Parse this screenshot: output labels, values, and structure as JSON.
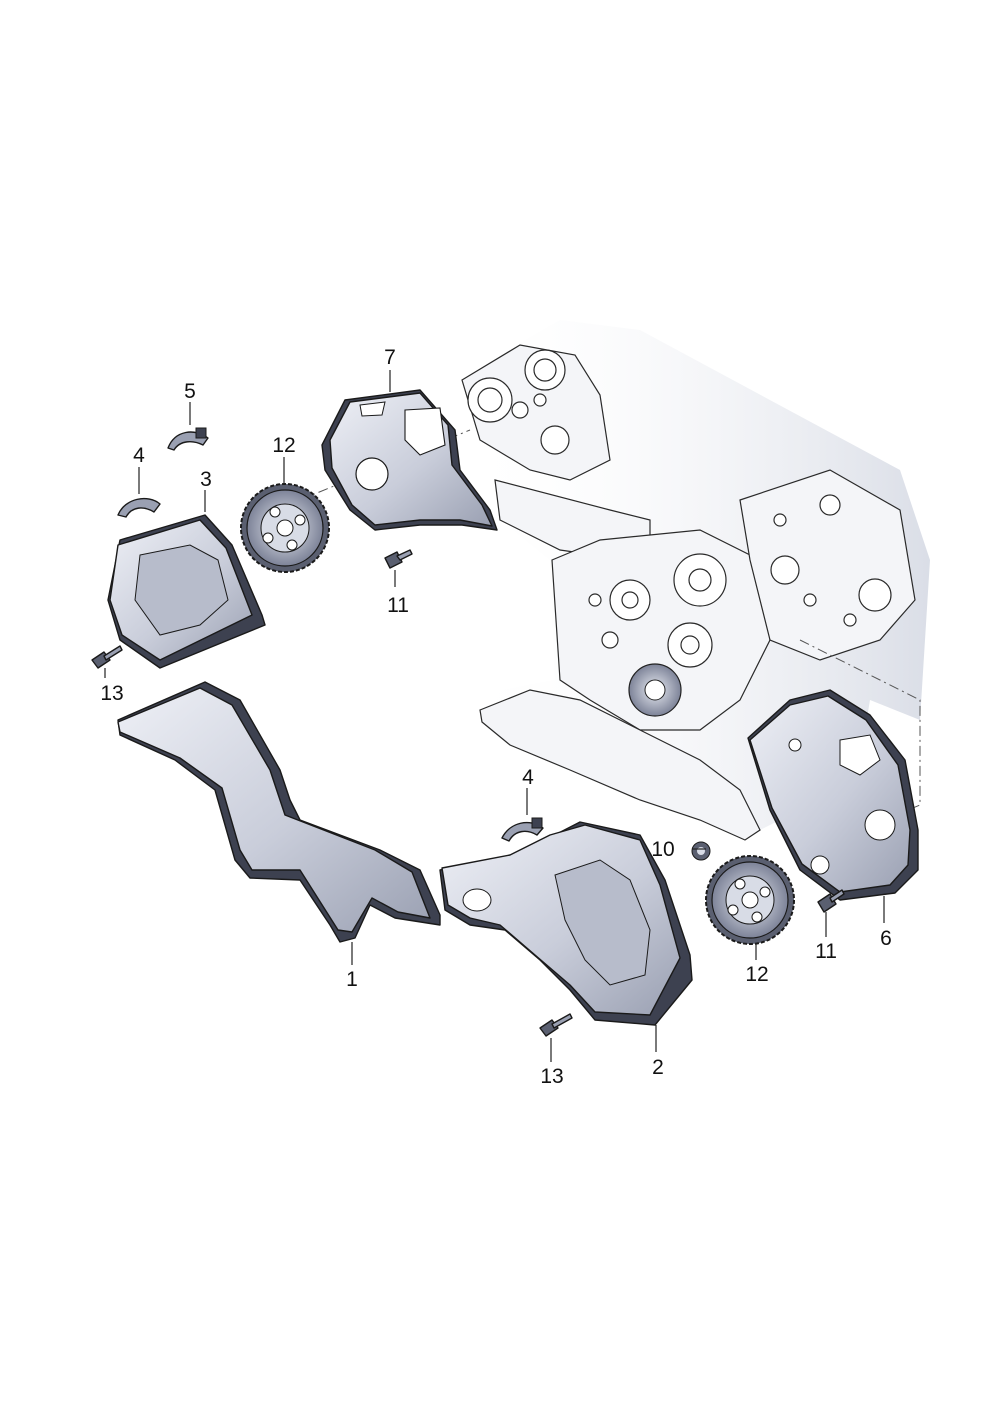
{
  "callouts": [
    {
      "id": "c1",
      "label": "1"
    },
    {
      "id": "c2",
      "label": "2"
    },
    {
      "id": "c3",
      "label": "3"
    },
    {
      "id": "c4a",
      "label": "4"
    },
    {
      "id": "c4b",
      "label": "4"
    },
    {
      "id": "c5",
      "label": "5"
    },
    {
      "id": "c6",
      "label": "6"
    },
    {
      "id": "c7",
      "label": "7"
    },
    {
      "id": "c10",
      "label": "10"
    },
    {
      "id": "c11a",
      "label": "11"
    },
    {
      "id": "c11b",
      "label": "11"
    },
    {
      "id": "c12a",
      "label": "12"
    },
    {
      "id": "c12b",
      "label": "12"
    },
    {
      "id": "c13a",
      "label": "13"
    },
    {
      "id": "c13b",
      "label": "13"
    }
  ]
}
